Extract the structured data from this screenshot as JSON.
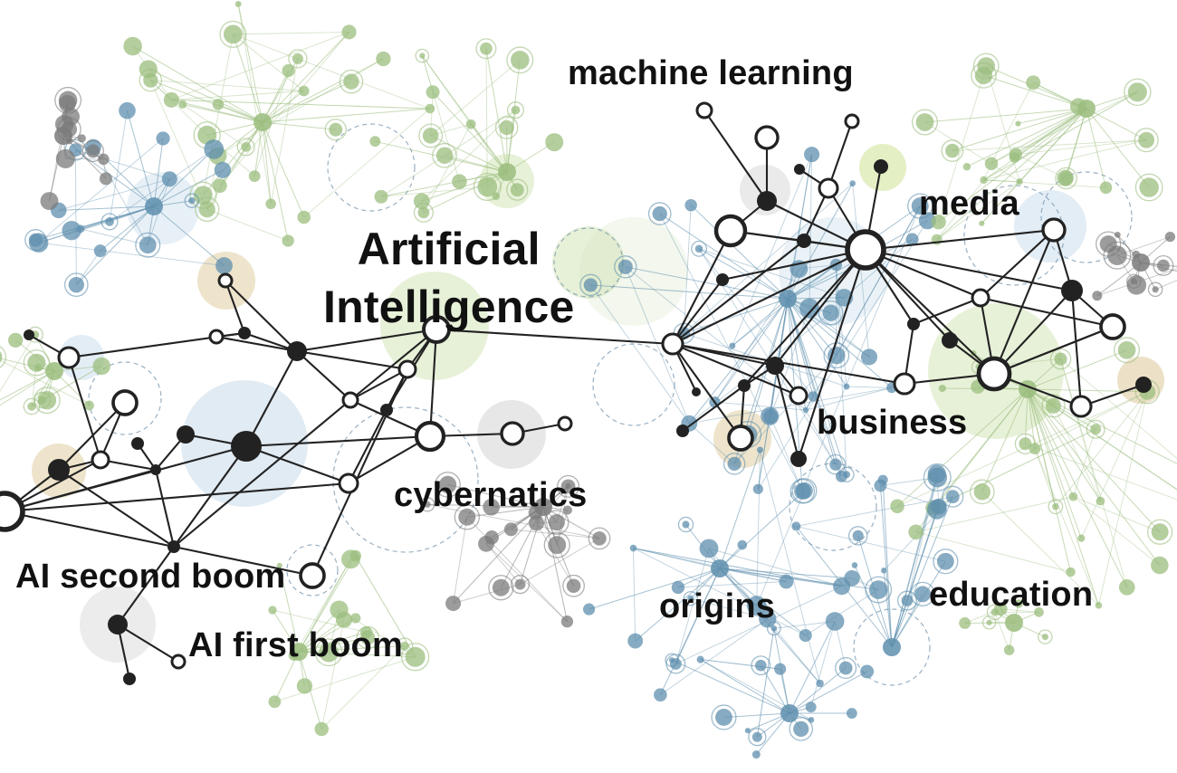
{
  "labels": {
    "machine_learning": "machine learning",
    "media": "media",
    "artificial": "Artificial",
    "intelligence": "Intelligence",
    "business": "business",
    "cybernatics": "cybernatics",
    "ai_second_boom": "AI second boom",
    "ai_first_boom": "AI first boom",
    "origins": "origins",
    "education": "education"
  },
  "colors": {
    "dark_network": "#222222",
    "green_network": "#9bbd7e",
    "blue_network": "#5f8fae",
    "gray_network": "#7b7b7b",
    "tan_halo": "#d9c48f"
  }
}
